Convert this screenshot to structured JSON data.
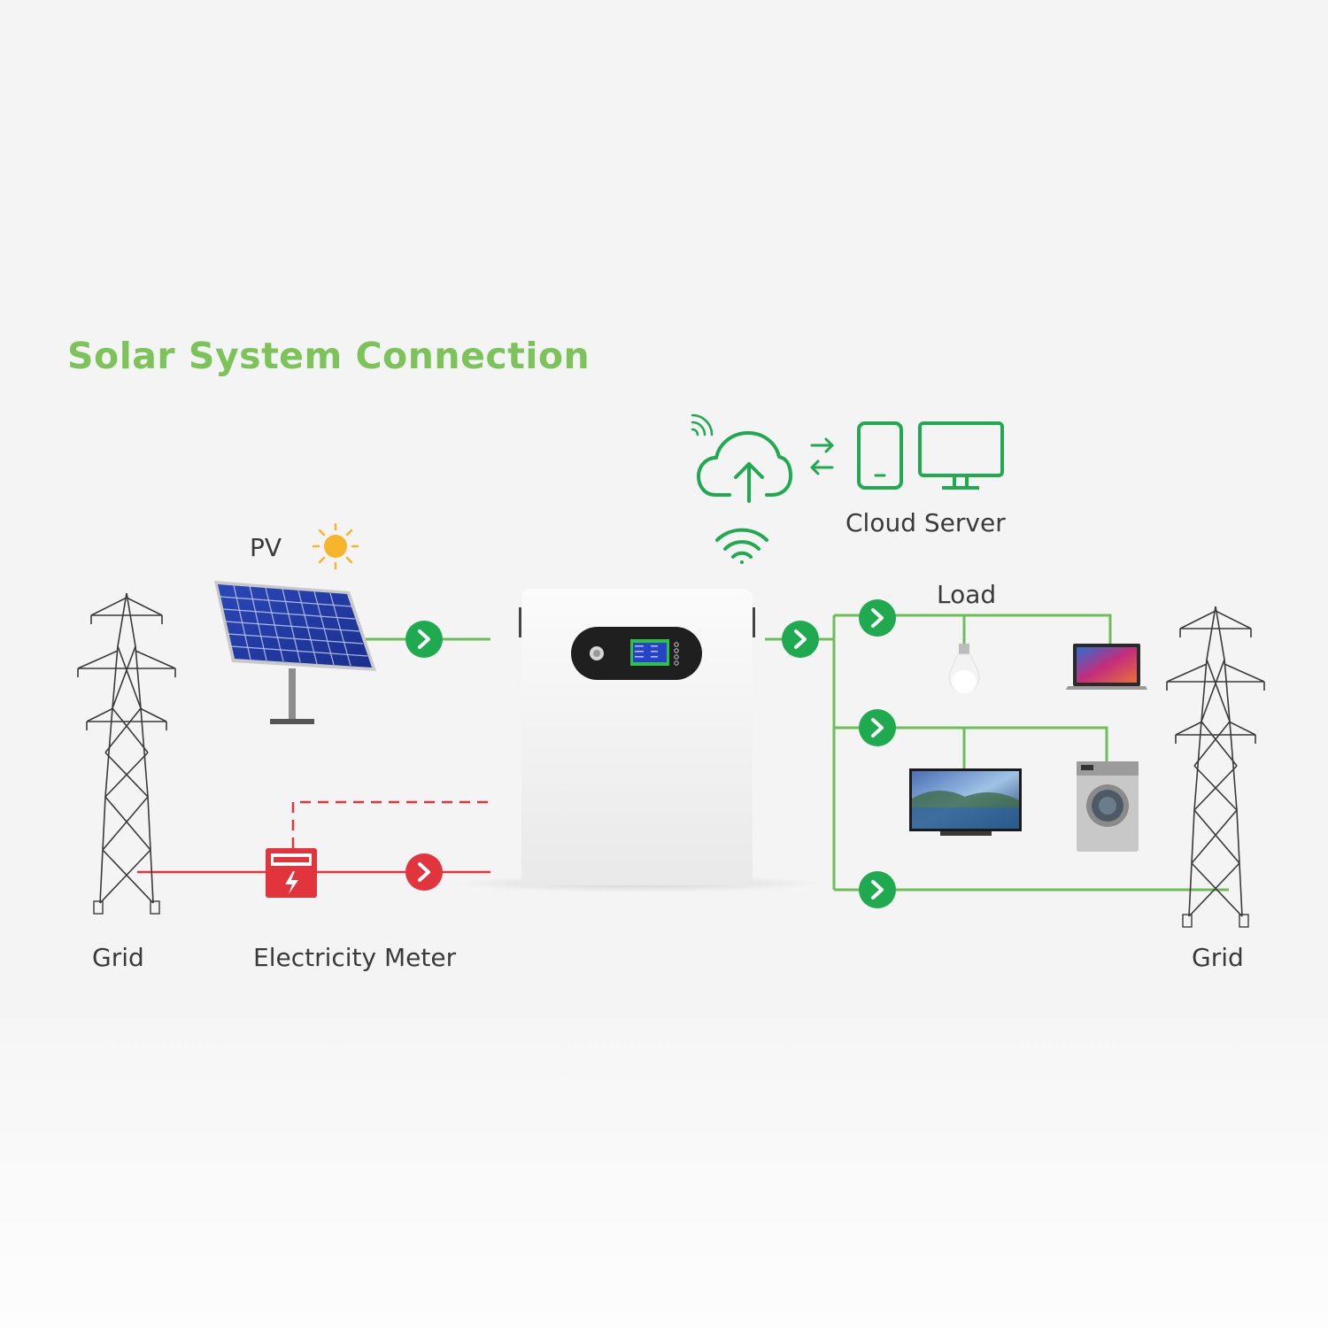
{
  "title": "Solar System Connection",
  "labels": {
    "pv": "PV",
    "cloud_server": "Cloud Server",
    "load": "Load",
    "grid_left": "Grid",
    "electricity_meter": "Electricity Meter",
    "grid_right": "Grid"
  },
  "colors": {
    "title": "#7cc35a",
    "green_line": "#6cbf57",
    "green_node": "#1faa4f",
    "red_line": "#e2343d",
    "text": "#3a3a3a"
  },
  "icons": [
    "wifi-icon",
    "cloud-upload-icon",
    "sync-arrows-icon",
    "phone-icon",
    "monitor-icon",
    "sun-icon",
    "solar-panel-icon",
    "battery-inverter-unit",
    "electricity-meter-icon",
    "transmission-tower-icon",
    "light-bulb-icon",
    "laptop-icon",
    "tv-icon",
    "washing-machine-icon",
    "chevron-right-icon"
  ]
}
